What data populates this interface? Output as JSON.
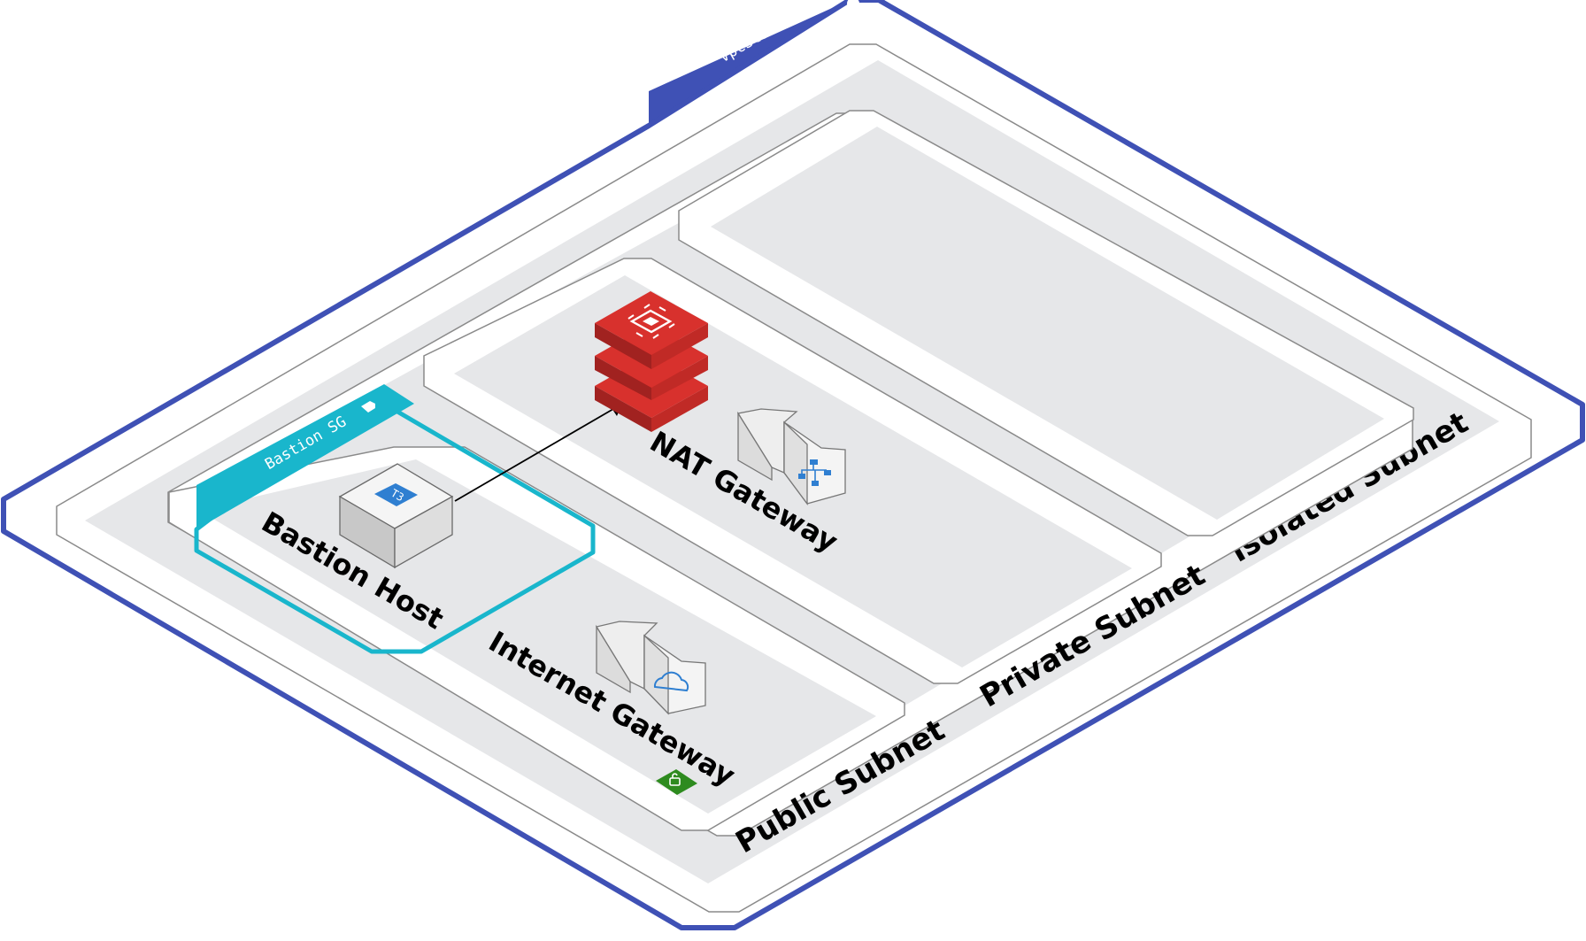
{
  "vpc": {
    "title": "VpcStack/Vpc",
    "border_color": "#3f51b5"
  },
  "subnets": {
    "public": {
      "label": "Public Subnet",
      "badge_color": "#2e8b1f"
    },
    "private": {
      "label": "Private Subnet",
      "badge_color": "#1f7fc0"
    },
    "isolated": {
      "label": "Isolated Subnet",
      "badge_color": "#1f7fc0"
    }
  },
  "security_group": {
    "label": "Bastion SG",
    "color": "#19b6cc"
  },
  "nodes": {
    "bastion_host": {
      "label": "Bastion Host",
      "instance_type": "T3"
    },
    "nat_gateway": {
      "label": "NAT Gateway"
    },
    "internet_gateway": {
      "label": "Internet Gateway"
    },
    "nat_instance_icon": "cpu-chip-icon"
  },
  "edges": [
    {
      "from": "Bastion Host",
      "to": "NAT Gateway"
    }
  ],
  "colors": {
    "subnet_fill": "#e6e7e9",
    "subnet_outline": "#8a8a8a",
    "nat_red": "#cc2b27",
    "icon_blue": "#2f7fd1"
  }
}
